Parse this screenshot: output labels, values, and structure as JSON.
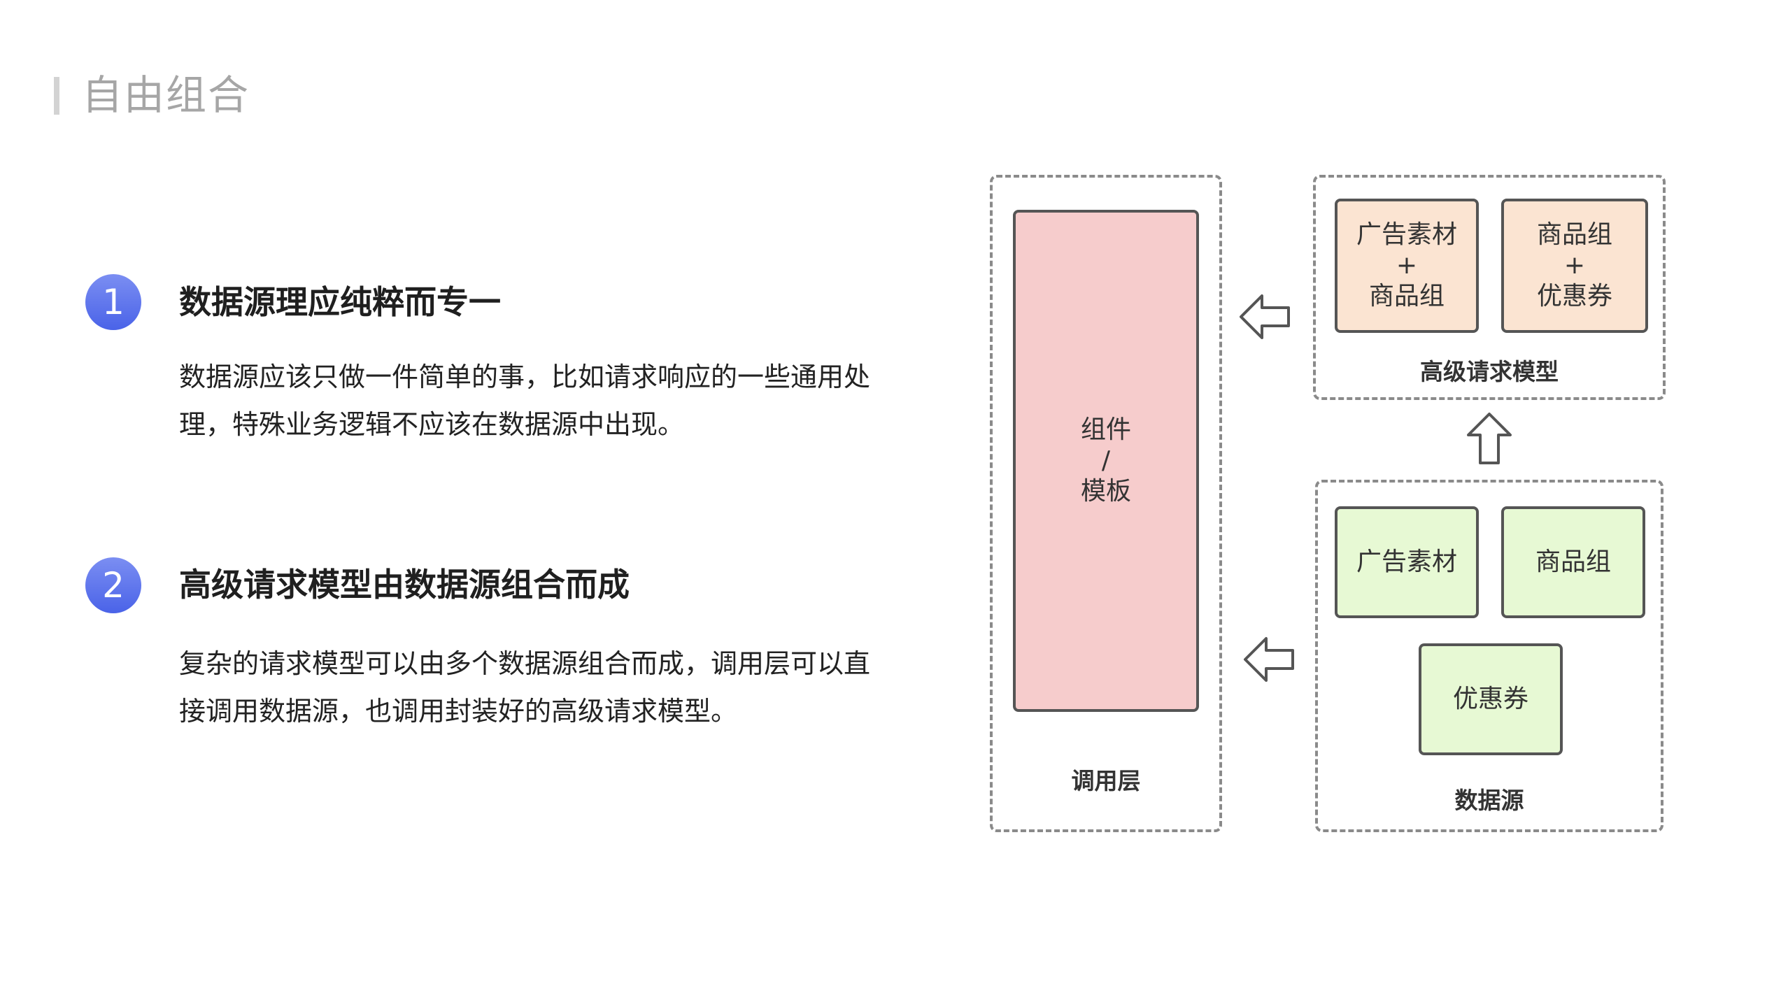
{
  "page": {
    "title": "自由组合"
  },
  "points": [
    {
      "num": "1",
      "heading": "数据源理应纯粹而专一",
      "body": "数据源应该只做一件简单的事，比如请求响应的一些通用处理，特殊业务逻辑不应该在数据源中出现。"
    },
    {
      "num": "2",
      "heading": "高级请求模型由数据源组合而成",
      "body": "复杂的请求模型可以由多个数据源组合而成，调用层可以直接调用数据源，也调用封装好的高级请求模型。"
    }
  ],
  "diagram": {
    "call_layer": {
      "label": "调用层",
      "component": "组件\n/\n模板"
    },
    "advanced": {
      "label": "高级请求模型",
      "items": [
        "广告素材\n+\n商品组",
        "商品组\n+\n优惠券"
      ]
    },
    "datasource": {
      "label": "数据源",
      "items": [
        "广告素材",
        "商品组",
        "优惠券"
      ]
    },
    "colors": {
      "pink": "#f6cccc",
      "orange": "#fbe4d2",
      "green": "#e7f9d4"
    }
  }
}
